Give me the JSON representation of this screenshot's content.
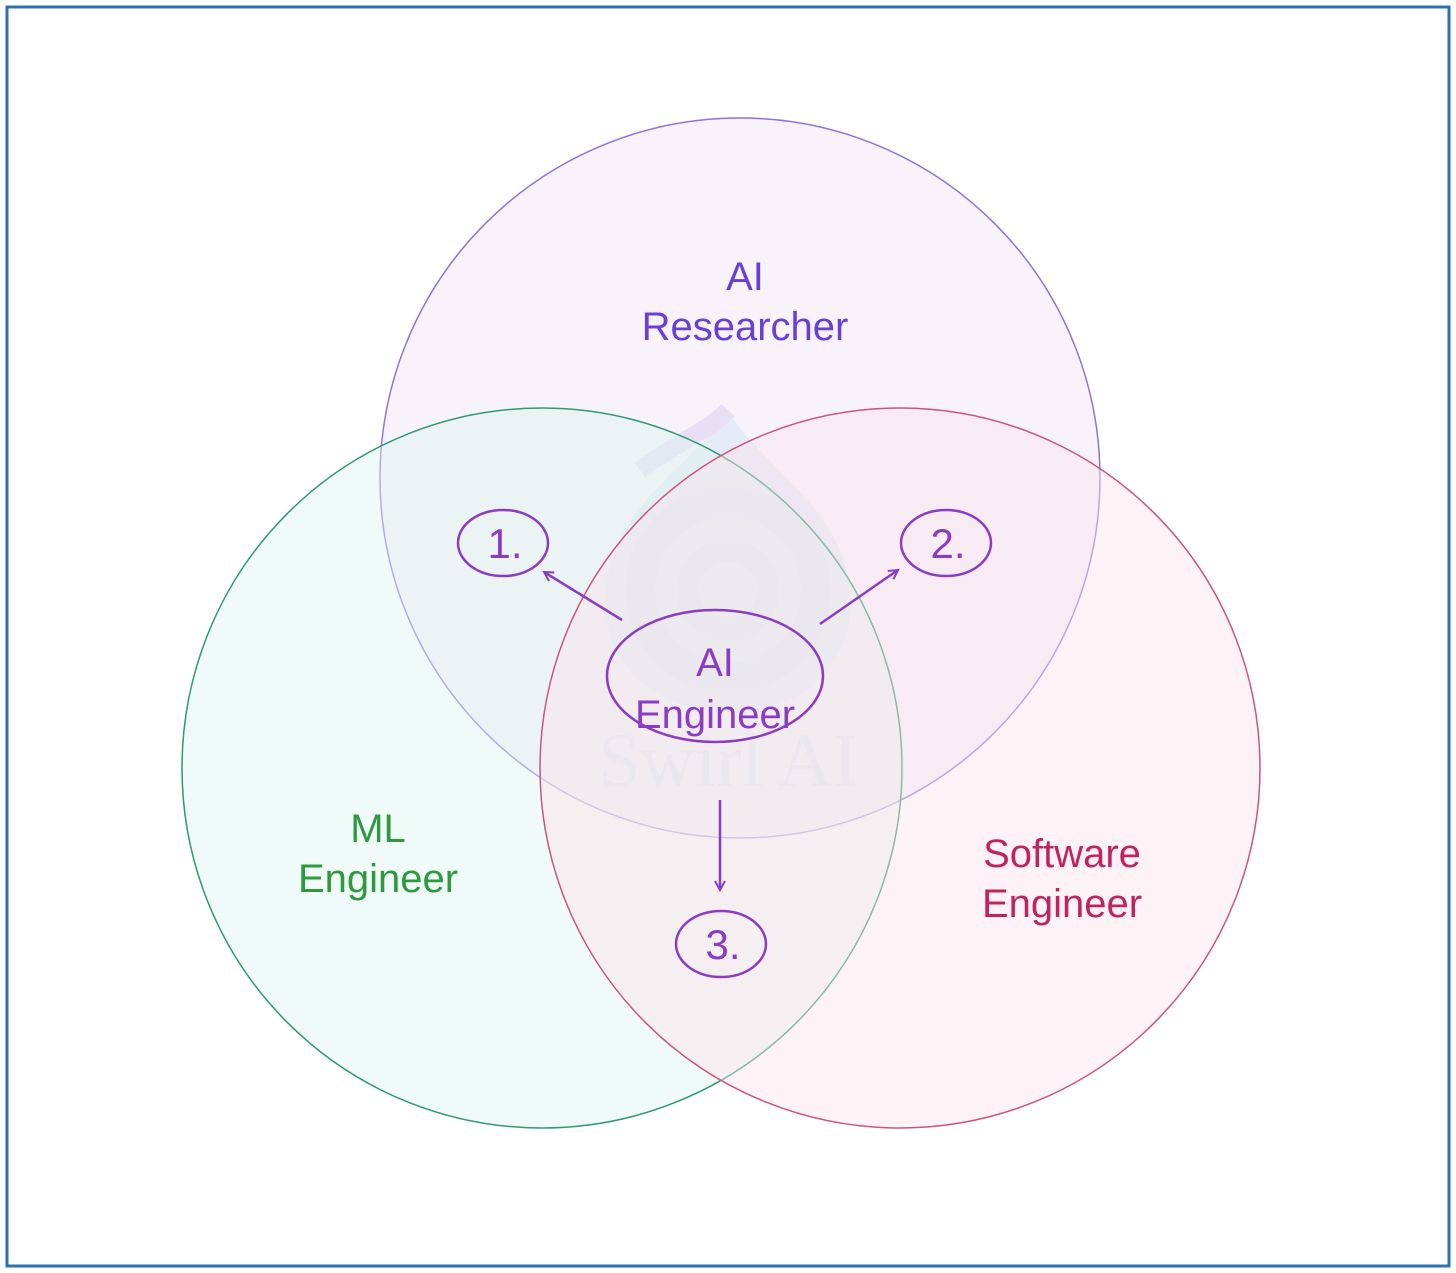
{
  "circles": {
    "ai_researcher": {
      "label_line1": "AI",
      "label_line2": "Researcher",
      "text_color": "#6a3fd6",
      "stroke_color": "#8f73d6",
      "fill_color": "#efe4f5"
    },
    "ml_engineer": {
      "label_line1": "ML",
      "label_line2": "Engineer",
      "text_color": "#2e9a3e",
      "stroke_color": "#2e9a6e",
      "fill_color": "#ddf5ef"
    },
    "software_engineer": {
      "label_line1": "Software",
      "label_line2": "Engineer",
      "text_color": "#c0245f",
      "stroke_color": "#c8577e",
      "fill_color": "#fbe3ec"
    }
  },
  "center": {
    "label_line1": "AI",
    "label_line2": "Engineer",
    "color": "#8a3cc2"
  },
  "markers": [
    {
      "label": "1."
    },
    {
      "label": "2."
    },
    {
      "label": "3."
    }
  ],
  "watermark": {
    "text": "Swirl AI",
    "color": "#a9d3ee"
  },
  "frame_color": "#2f6fb5"
}
